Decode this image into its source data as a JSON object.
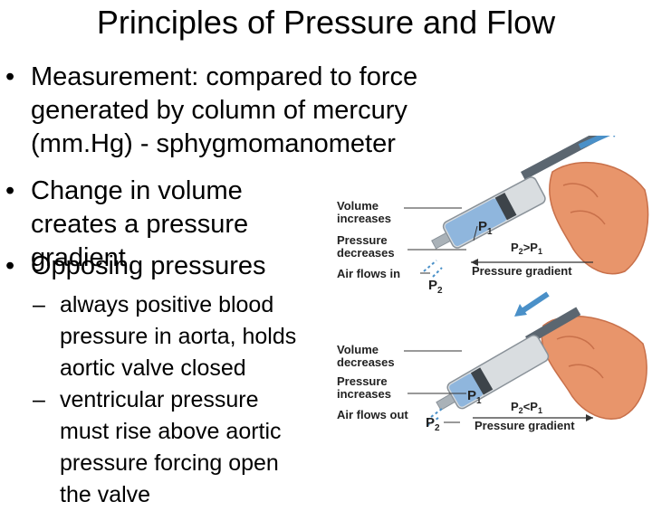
{
  "slide": {
    "title": "Principles of Pressure and Flow",
    "bullets": [
      {
        "l1": "Measurement: compared to force",
        "l2": "generated by column of mercury",
        "l3": "(mm.Hg) - sphygmomanometer"
      },
      {
        "l1": "Change in volume",
        "l2": "creates a pressure",
        "l3": "gradient"
      },
      {
        "l1": "Opposing pressures"
      }
    ],
    "subbullets": [
      {
        "l1": "always positive blood",
        "l2": "pressure in aorta, holds",
        "l3": "aortic valve closed"
      },
      {
        "l1": "ventricular pressure",
        "l2": "must rise above aortic",
        "l3": "pressure forcing open",
        "l4": "the valve"
      }
    ],
    "bullet_char": "•",
    "dash_char": "–"
  },
  "figure": {
    "top": {
      "volume_a": "Volume",
      "volume_b": "increases",
      "pressure_a": "Pressure",
      "pressure_b": "decreases",
      "air": "Air flows in",
      "p1": "P",
      "p1_sub": "1",
      "p2": "P",
      "p2_sub": "2",
      "relation_a": "P",
      "relation_a_sub": "2",
      "relation_mid": ">P",
      "relation_b_sub": "1",
      "gradient": "Pressure gradient"
    },
    "bottom": {
      "volume_a": "Volume",
      "volume_b": "decreases",
      "pressure_a": "Pressure",
      "pressure_b": "increases",
      "air": "Air flows out",
      "p1": "P",
      "p1_sub": "1",
      "p2": "P",
      "p2_sub": "2",
      "relation_a": "P",
      "relation_a_sub": "2",
      "relation_mid": "<P",
      "relation_b_sub": "1",
      "gradient": "Pressure gradient"
    },
    "colors": {
      "skin": "#e8956b",
      "skin_dark": "#c8704a",
      "barrel": "#d9dde0",
      "fluid": "#8fb6dd",
      "plunger": "#5b6670",
      "arrow": "#4a90c8"
    }
  }
}
